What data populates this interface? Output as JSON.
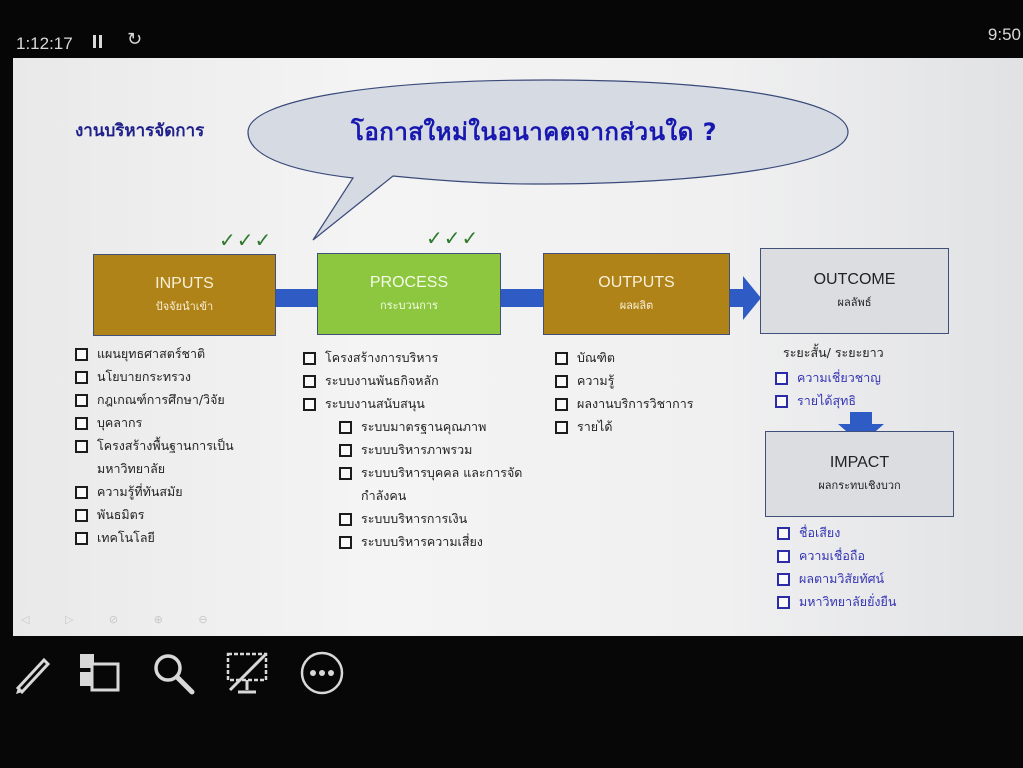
{
  "topbar": {
    "timer": "1:12:17",
    "clock": "9:50"
  },
  "slide": {
    "title": "งานบริหารจัดการ",
    "question": "โอกาสใหม่ในอนาคตจากส่วนใด ?",
    "checks_inputs": "✓✓✓",
    "checks_process": "✓✓✓",
    "boxes": {
      "inputs": {
        "title": "INPUTS",
        "subtitle": "ปัจจัยนำเข้า"
      },
      "process": {
        "title": "PROCESS",
        "subtitle": "กระบวนการ"
      },
      "outputs": {
        "title": "OUTPUTS",
        "subtitle": "ผลผลิต"
      },
      "outcome": {
        "title": "OUTCOME",
        "subtitle": "ผลลัพธ์"
      },
      "impact": {
        "title": "IMPACT",
        "subtitle": "ผลกระทบเชิงบวก"
      }
    },
    "inputs_list": [
      "แผนยุทธศาสตร์ชาติ",
      "นโยบายกระทรวง",
      "กฎเกณฑ์การศึกษา/วิจัย",
      "บุคลากร",
      "โครงสร้างพื้นฐานการเป็น",
      "มหาวิทยาลัย",
      "ความรู้ที่ทันสมัย",
      "พันธมิตร",
      "เทคโนโลยี"
    ],
    "process_list": [
      "โครงสร้างการบริหาร",
      "ระบบงานพันธกิจหลัก",
      "ระบบงานสนับสนุน",
      "ระบบมาตรฐานคุณภาพ",
      "ระบบบริหารภาพรวม",
      "ระบบบริหารบุคคล และการจัด",
      "กำลังคน",
      "ระบบบริหารการเงิน",
      "ระบบบริหารความเสี่ยง"
    ],
    "outputs_list": [
      "บัณฑิต",
      "ความรู้",
      "ผลงานบริการวิชาการ",
      "รายได้"
    ],
    "outcome_term": "ระยะสั้น/ ระยะยาว",
    "outcome_list": [
      "ความเชี่ยวชาญ",
      "รายได้สุทธิ"
    ],
    "impact_list": [
      "ชื่อเสียง",
      "ความเชื่อถือ",
      "ผลตามวิสัยทัศน์",
      "มหาวิทยาลัยยั่งยืน"
    ]
  },
  "colors": {
    "input_output_box": "#b08318",
    "process_box": "#8dc63f",
    "connector": "#2f5bc4",
    "heading_blue": "#1818b0"
  },
  "icons": {
    "pause": "pause-icon",
    "reset": "reset-icon",
    "pen": "pen-icon",
    "slides": "slides-icon",
    "zoom": "magnifier-icon",
    "screen": "screen-off-icon",
    "more": "more-icon"
  }
}
